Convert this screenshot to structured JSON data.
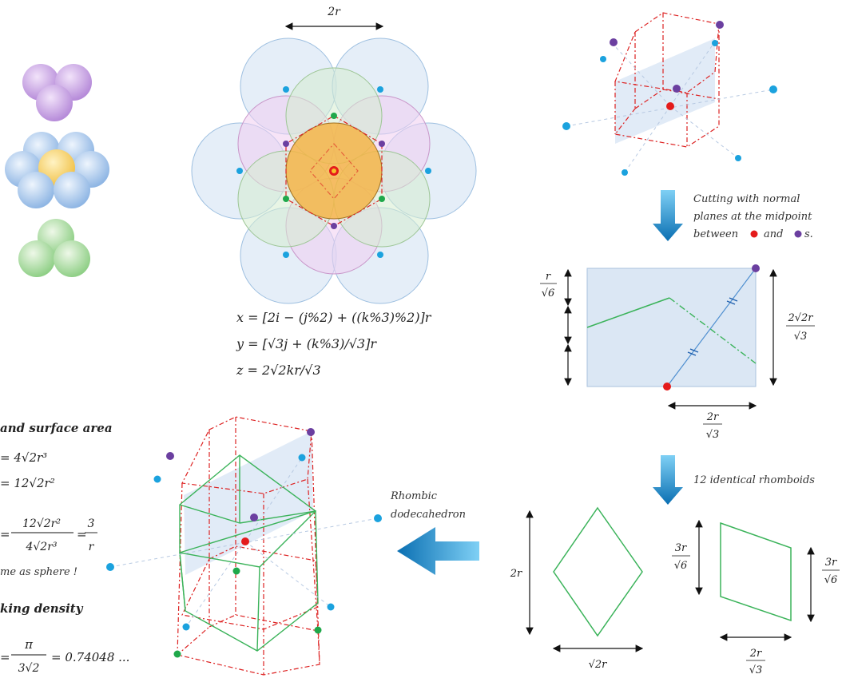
{
  "top_dim_label": "2r",
  "equations": {
    "x": "x = [2i − (j%2) + ((k%3)%2)]r",
    "y": "y = [√3j + (k%3)/√3]r",
    "z": "z = 2√2kr/√3"
  },
  "cut_note": [
    "Cutting with normal",
    "planes at the midpoint",
    "between",
    "and",
    "s."
  ],
  "rect_panel": {
    "left_label_num": "r",
    "left_label_den": "√6",
    "right_label_num": "2√2r",
    "right_label_den": "√3",
    "bottom_label_num": "2r",
    "bottom_label_den": "√3"
  },
  "rhomboid_note": "12 identical rhomboids",
  "rhombic_label": [
    "Rhombic",
    "dodecahedron"
  ],
  "rhombus": {
    "height_label": "2r",
    "width_label": "√2r"
  },
  "parallelogram": {
    "left_num": "3r",
    "left_den": "√6",
    "right_num": "3r",
    "right_den": "√6",
    "bottom_num": "2r",
    "bottom_den": "√3"
  },
  "volume_section": {
    "title": "and surface area",
    "line1": "= 4√2r³",
    "line2": "= 12√2r²",
    "ratio_num": "12√2r²",
    "ratio_den": "4√2r³",
    "ratio_eq": "=",
    "ratio_res_num": "3",
    "ratio_res_den": "r",
    "same_note": "me as sphere !"
  },
  "density_section": {
    "title": "king density",
    "pi": "π",
    "den": "3√2",
    "result": "= 0.74048 ..."
  },
  "colors": {
    "blue_sphere": "#cfe0f3",
    "pink_sphere": "#f1cdf1",
    "green_sphere": "#d6ecd0",
    "orange_sphere": "#f5b549",
    "red_dashed": "#dd2222",
    "green_line": "#3bb35a",
    "arrow_blue": "#1f8fd0"
  }
}
